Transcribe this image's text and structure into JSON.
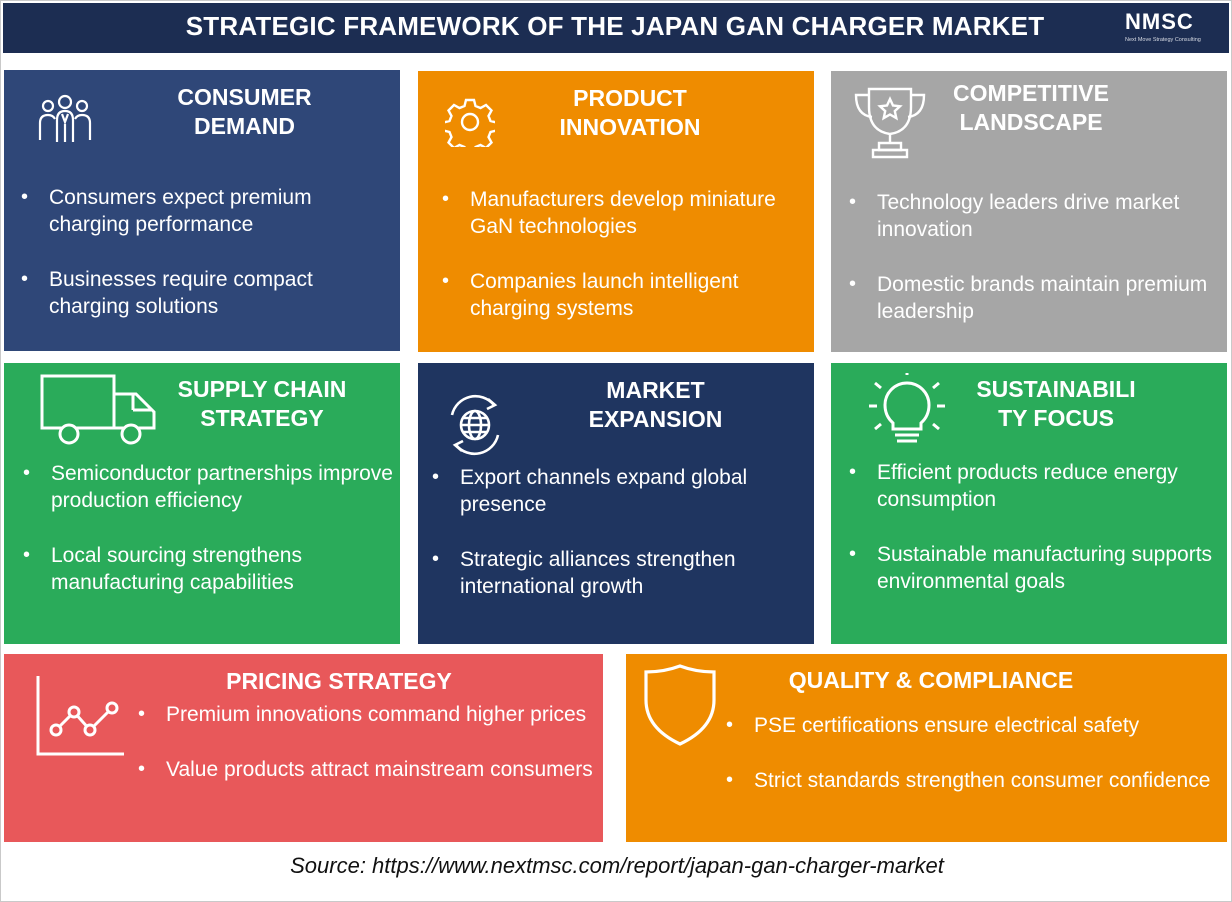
{
  "header": {
    "title": "STRATEGIC FRAMEWORK OF THE JAPAN GAN CHARGER MARKET",
    "logo": "NMSC",
    "logo_tagline": "Next Move Strategy Consulting"
  },
  "cards": {
    "consumer_demand": {
      "title": "CONSUMER DEMAND",
      "icon": "people-group-icon",
      "color": "#2f4778",
      "bullets": [
        "Consumers expect premium charging performance",
        "Businesses require compact charging solutions"
      ]
    },
    "product_innovation": {
      "title": "PRODUCT INNOVATION",
      "icon": "gear-icon",
      "color": "#ef8c00",
      "bullets": [
        "Manufacturers develop miniature GaN technologies",
        "Companies launch intelligent charging systems"
      ]
    },
    "competitive_landscape": {
      "title": "COMPETITIVE LANDSCAPE",
      "icon": "trophy-icon",
      "color": "#a6a6a6",
      "bullets": [
        "Technology leaders drive market innovation",
        "Domestic brands maintain premium leadership"
      ]
    },
    "supply_chain": {
      "title": "SUPPLY CHAIN STRATEGY",
      "icon": "truck-icon",
      "color": "#2aab5a",
      "bullets": [
        "Semiconductor partnerships improve production efficiency",
        "Local sourcing strengthens manufacturing capabilities"
      ]
    },
    "market_expansion": {
      "title": "MARKET EXPANSION",
      "icon": "globe-arrows-icon",
      "color": "#1f3560",
      "bullets": [
        "Export channels expand global presence",
        "Strategic alliances strengthen international growth"
      ]
    },
    "sustainability": {
      "title": "SUSTAINABILI TY FOCUS",
      "icon": "lightbulb-icon",
      "color": "#2aab5a",
      "bullets": [
        "Efficient products reduce energy consumption",
        "Sustainable manufacturing supports environmental goals"
      ]
    },
    "pricing": {
      "title": "PRICING STRATEGY",
      "icon": "line-chart-icon",
      "color": "#e8585a",
      "bullets": [
        "Premium innovations command higher prices",
        "Value products attract mainstream consumers"
      ]
    },
    "quality": {
      "title": "QUALITY & COMPLIANCE",
      "icon": "shield-icon",
      "color": "#ef8c00",
      "bullets": [
        "PSE certifications ensure electrical safety",
        "Strict standards strengthen consumer confidence"
      ]
    }
  },
  "source": "Source: https://www.nextmsc.com/report/japan-gan-charger-market"
}
